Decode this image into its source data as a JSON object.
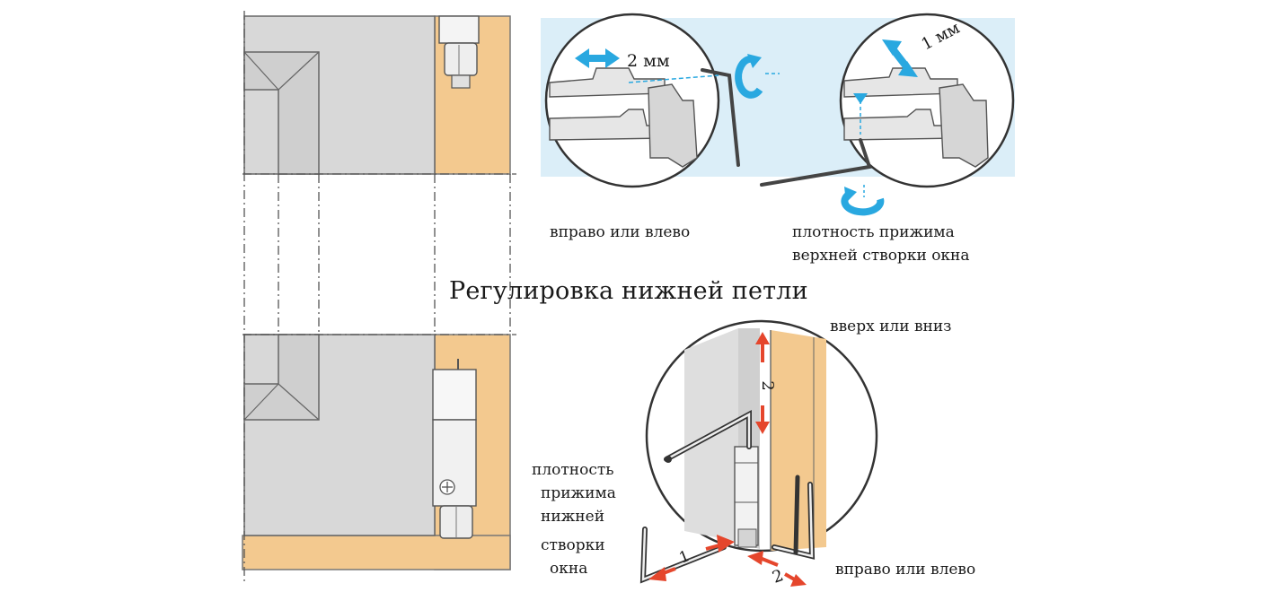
{
  "figure": {
    "title": "Регулировка нижней петли",
    "upper_hinge": {
      "detail_left": {
        "dimension": "2 мм",
        "caption": "вправо или влево"
      },
      "detail_right": {
        "dimension": "1 мм",
        "caption_lines": [
          "плотность прижима",
          "верхней створки окна"
        ]
      }
    },
    "lower_hinge": {
      "up_down_caption": "вверх или вниз",
      "left_right_caption": "вправо или влево",
      "pressure_caption_lines": [
        "плотность",
        "прижима",
        "нижней",
        "створки",
        "окна"
      ],
      "markers": {
        "vertical": "2",
        "bottom": "2",
        "left": "1"
      }
    }
  },
  "colors": {
    "frame_wood": "#f3c98f",
    "sash_gray": "#d8d8d8",
    "panel_blue": "#dbeef8",
    "arrow_blue": "#29a8e0",
    "arrow_red": "#e5462c",
    "line_dark": "#4a4a4a"
  }
}
